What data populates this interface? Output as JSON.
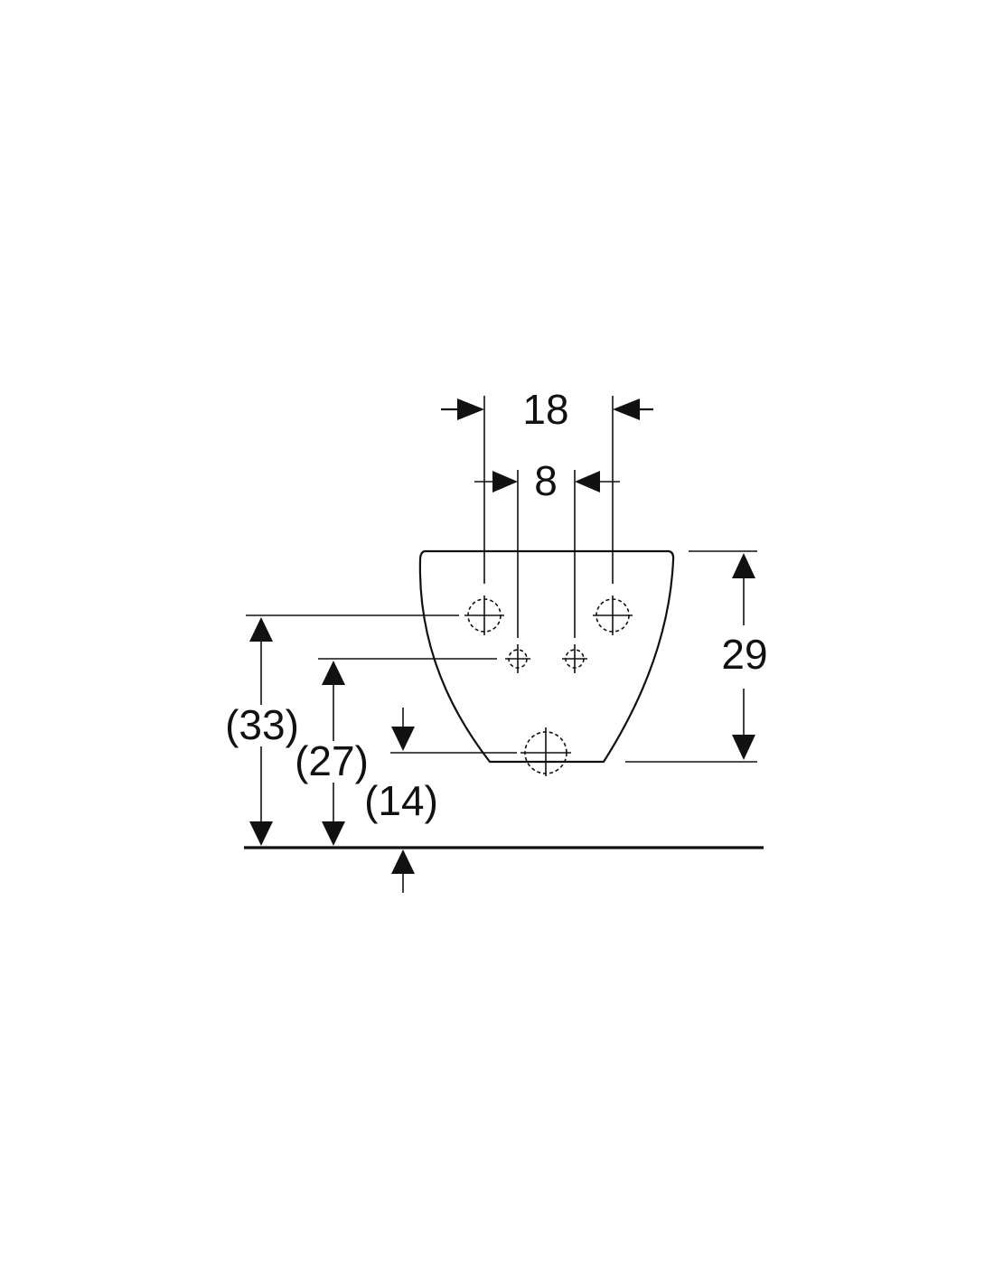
{
  "drawing": {
    "top_width_outer": "18",
    "top_width_inner": "8",
    "right_height": "29",
    "left_height_outer": "(33)",
    "left_height_inner": "(27)",
    "bottom_offset": "(14)"
  },
  "colors": {
    "line": "#111111",
    "background": "#ffffff"
  }
}
